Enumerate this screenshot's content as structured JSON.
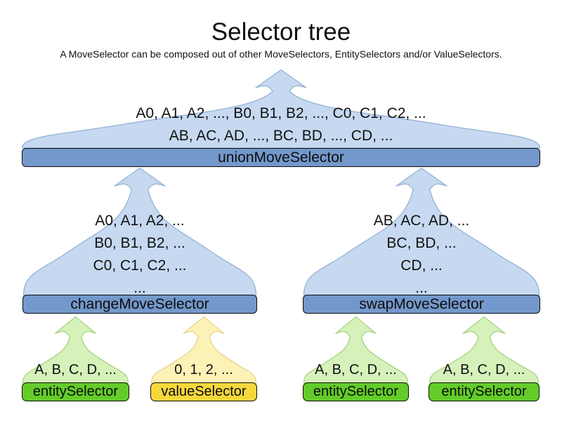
{
  "header": {
    "title": "Selector tree",
    "subtitle": "A MoveSelector can be composed out of other MoveSelectors, EntitySelectors and/or ValueSelectors."
  },
  "colors": {
    "blue_funnel_fill": "#c6d9f0",
    "blue_funnel_stroke": "#95b3d7",
    "blue_bar_fill": "#7398cb",
    "green_funnel_fill": "#d6f1ba",
    "green_funnel_stroke": "#a9d282",
    "green_bar_fill": "#63cc29",
    "yellow_funnel_fill": "#fdf2b6",
    "yellow_funnel_stroke": "#e5d48e",
    "yellow_bar_fill": "#f6d83b",
    "bar_border": "#0d0d0d",
    "text": "#111111"
  },
  "nodes": {
    "union": {
      "label": "unionMoveSelector",
      "lines": [
        "A0, A1, A2, ..., B0, B1, B2, ..., C0, C1, C2, ...",
        "AB, AC, AD, ..., BC, BD, ..., CD, ..."
      ]
    },
    "change": {
      "label": "changeMoveSelector",
      "lines": [
        "A0, A1, A2, ...",
        "B0, B1, B2, ...",
        "C0, C1, C2, ...",
        "..."
      ]
    },
    "swap": {
      "label": "swapMoveSelector",
      "lines": [
        "AB, AC, AD, ...",
        "BC, BD, ...",
        "CD, ...",
        "..."
      ]
    },
    "entity1": {
      "label": "entitySelector",
      "lines": [
        "A, B, C, D, ..."
      ]
    },
    "value1": {
      "label": "valueSelector",
      "lines": [
        "0, 1, 2, ..."
      ]
    },
    "entity2": {
      "label": "entitySelector",
      "lines": [
        "A, B, C, D, ..."
      ]
    },
    "entity3": {
      "label": "entitySelector",
      "lines": [
        "A, B, C, D, ..."
      ]
    }
  }
}
